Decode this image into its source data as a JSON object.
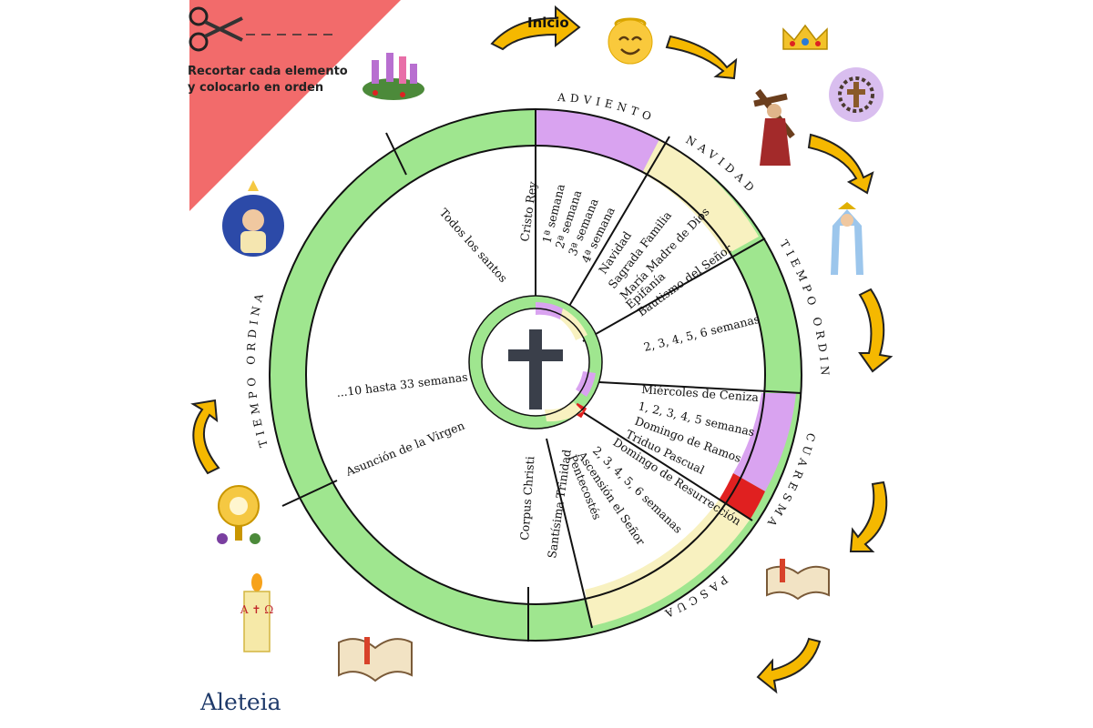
{
  "instructions": {
    "line1": "Recortar cada elemento",
    "line2": "y colocarlo en orden"
  },
  "start_label": "Inicio",
  "credit": "Aleteia",
  "center_icon": "cross-icon",
  "season_labels": {
    "adviento": "ADVIENTO",
    "navidad": "NAVIDAD",
    "tiempo_ordinario_1": "TIEMPO ORDINARIO",
    "cuaresma": "CUARESMA",
    "pascua": "PASCUA",
    "tiempo_ordinario_2": "TIEMPO ORDINARIO"
  },
  "entries": {
    "todos_los_santos": "Todos los santos",
    "cristo_rey": "Cristo Rey",
    "semana_1": "1ª semana",
    "semana_2": "2ª semana",
    "semana_3": "3ª semana",
    "semana_4": "4ª semana",
    "navidad": "Navidad",
    "sagrada_familia": "Sagrada Familia",
    "maria_madre": "María Madre de Dios",
    "epifania": "Epifanía",
    "bautismo": "Bautismo del Señor",
    "ordinario_semanas": "2, 3, 4, 5, 6 semanas",
    "ceniza": "Miércoles de Ceniza",
    "cuaresma_semanas": "1, 2, 3, 4, 5 semanas",
    "ramos": "Domingo de Ramos",
    "triduo": "Triduo Pascual",
    "resurreccion": "Domingo de Resurrección",
    "pascua_semanas": "2, 3, 4, 5, 6 semanas",
    "ascension": "Ascensión el Señor",
    "pentecostes": "Pentecostés",
    "trinidad": "Santísima Trinidad",
    "corpus": "Corpus Christi",
    "ordinario_33": "...10 hasta 33 semanas",
    "asuncion": "Asunción de la Virgen"
  },
  "icons": [
    "scissors-icon",
    "advent-wreath-icon",
    "angel-emoji-icon",
    "crown-icon",
    "jesus-cross-icon",
    "crown-of-thorns-icon",
    "mary-icon",
    "bible-icon",
    "book-icon",
    "paschal-candle-icon",
    "monstrance-icon",
    "baby-jesus-icon",
    "arrow-icon"
  ],
  "colors": {
    "advent": "#d9a3f0",
    "christmas": "#f8f1c0",
    "ordinary": "#9fe68f",
    "lent": "#d9a3f0",
    "triduum": "#e02020",
    "easter": "#f8f1c0",
    "corner": "#f26b6b",
    "arrow": "#f5b800"
  }
}
